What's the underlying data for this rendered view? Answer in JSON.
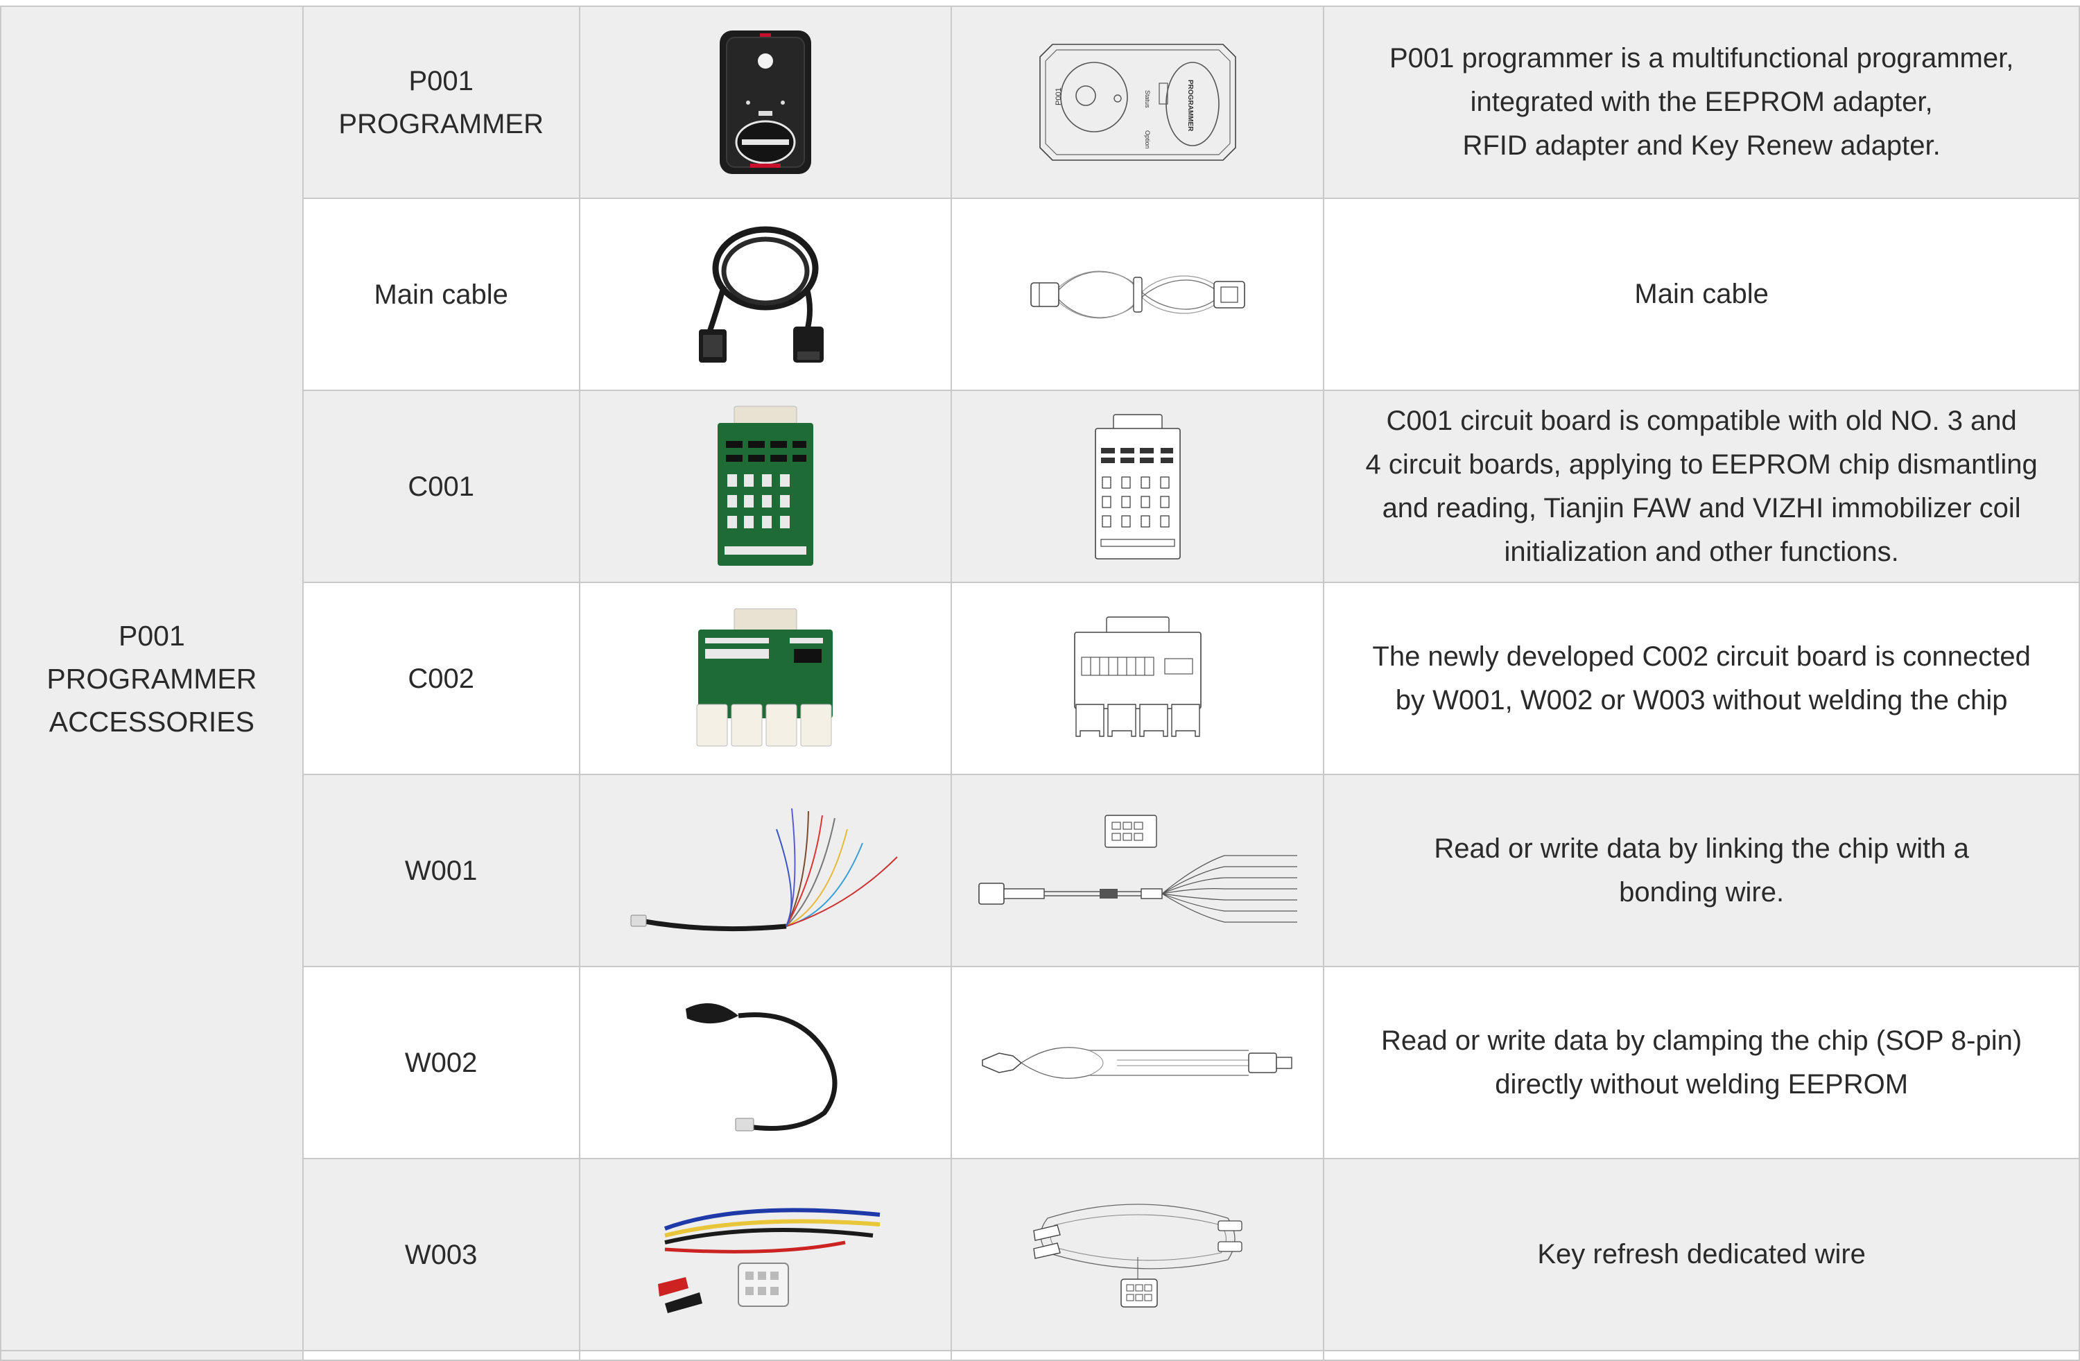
{
  "group_label": [
    "P001",
    "PROGRAMMER",
    "ACCESSORIES"
  ],
  "rows": [
    {
      "name": [
        "P001",
        "PROGRAMMER"
      ],
      "photo_icon": "programmer-device-photo",
      "drawing_icon": "programmer-line-drawing",
      "drawing_texts": [
        "P001",
        "PROGRAMMER",
        "Option",
        "Status"
      ],
      "description": [
        "P001 programmer is a multifunctional programmer,",
        "integrated with the EEPROM adapter,",
        "RFID adapter and Key Renew adapter."
      ]
    },
    {
      "name": [
        "Main cable"
      ],
      "photo_icon": "main-cable-photo",
      "drawing_icon": "main-cable-line-drawing",
      "description": [
        "Main cable"
      ]
    },
    {
      "name": [
        "C001"
      ],
      "photo_icon": "c001-circuit-board-photo",
      "drawing_icon": "c001-circuit-board-line-drawing",
      "description": [
        "C001 circuit board is compatible with old NO. 3 and",
        "4 circuit boards, applying to EEPROM chip dismantling",
        "and reading, Tianjin FAW and VIZHI immobilizer coil",
        "initialization and other functions."
      ]
    },
    {
      "name": [
        "C002"
      ],
      "photo_icon": "c002-circuit-board-photo",
      "drawing_icon": "c002-circuit-board-line-drawing",
      "description": [
        "The newly developed C002 circuit board is connected",
        "by W001, W002 or W003 without welding the chip"
      ]
    },
    {
      "name": [
        "W001"
      ],
      "photo_icon": "w001-bonding-wire-photo",
      "drawing_icon": "w001-bonding-wire-line-drawing",
      "description": [
        "Read or write data by linking the chip with a",
        "bonding wire."
      ]
    },
    {
      "name": [
        "W002"
      ],
      "photo_icon": "w002-clamp-cable-photo",
      "drawing_icon": "w002-clamp-cable-line-drawing",
      "description": [
        "Read or write data by clamping the chip (SOP 8-pin)",
        "directly without welding EEPROM"
      ]
    },
    {
      "name": [
        "W003"
      ],
      "photo_icon": "w003-key-refresh-wire-photo",
      "drawing_icon": "w003-key-refresh-wire-line-drawing",
      "description": [
        "Key refresh dedicated wire"
      ]
    }
  ],
  "colors": {
    "shaded_row": "#eeeeee",
    "plain_row": "#ffffff",
    "grid_line": "#c9c9c9",
    "text": "#2a2a2a",
    "device_body": "#1c1c1c",
    "pcb_green": "#1f6b35"
  }
}
